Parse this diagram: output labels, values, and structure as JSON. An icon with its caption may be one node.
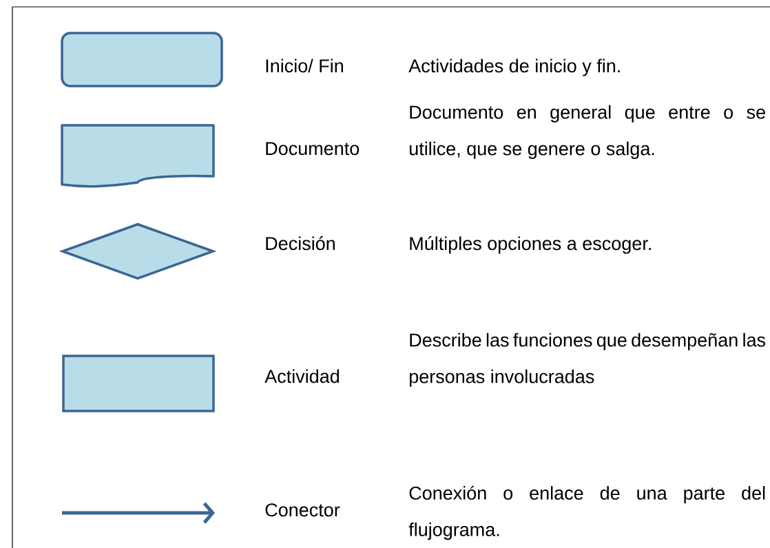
{
  "diagram": {
    "nodes": [
      {
        "text": [],
        "shape": "box"
      },
      {
        "text": [],
        "shape": "document"
      },
      {
        "text": [],
        "shape": "diamond"
      },
      {
        "text": [],
        "shape": "box"
      }
    ],
    "labels": [
      "Inicio/ Fin",
      "Actividades de inicio y fin.",
      "Documento",
      "Documento en general que entre o se utilice, que se genere o salga.",
      "Decisión",
      "Múltiples opciones a escoger.",
      "Actividad",
      "Describe las funciones que desempeñan las personas involucradas",
      "Conector",
      "Conexión o enlace de una parte del flujograma."
    ]
  }
}
